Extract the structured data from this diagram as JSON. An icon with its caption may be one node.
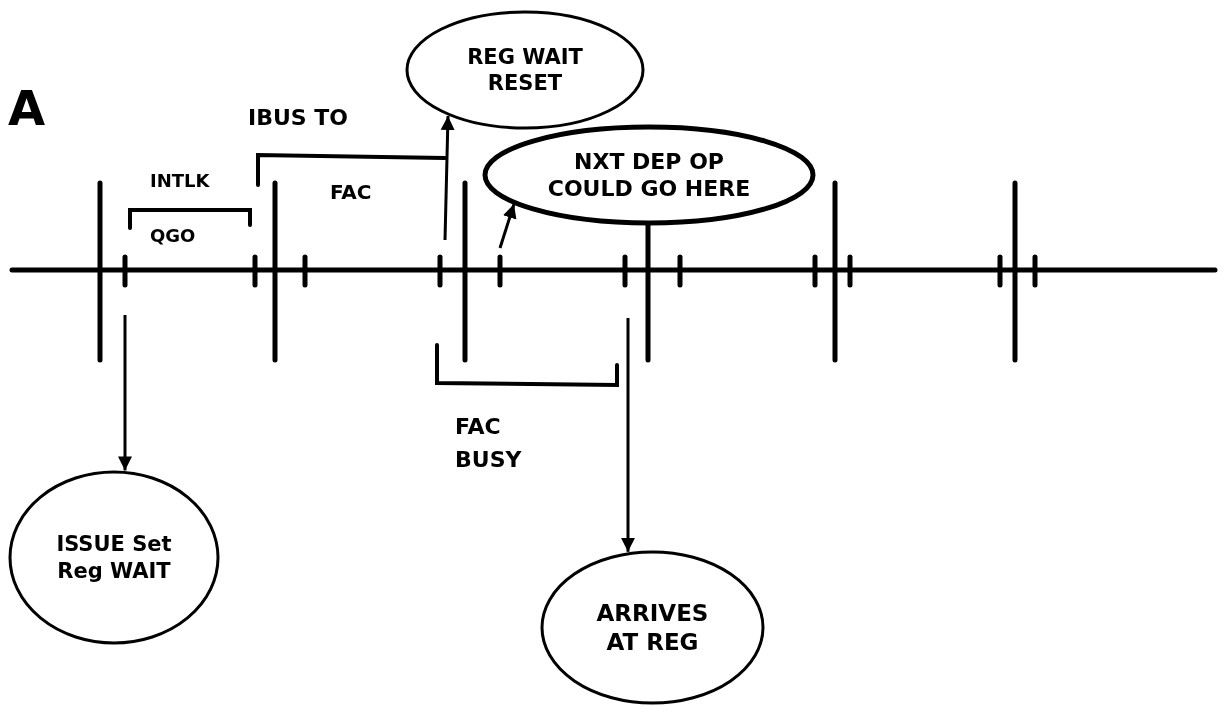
{
  "diagram": {
    "nodes": [
      {
        "text": [
          "ISSUE Set Reg WAIT"
        ]
      },
      {
        "text": [
          "REG WAIT RESET"
        ]
      },
      {
        "text": [
          "NXT DEP OP COULD GO HERE"
        ]
      },
      {
        "text": [
          "ARRIVES AT REG"
        ]
      }
    ],
    "edges": [
      {
        "from": null,
        "to": 0,
        "arrow": "to"
      },
      {
        "from": null,
        "to": 1,
        "arrow": "to"
      },
      {
        "from": null,
        "to": 2,
        "arrow": "to"
      },
      {
        "from": null,
        "to": 3,
        "arrow": "to"
      }
    ],
    "labels": [
      "A",
      "IBUS TO",
      "INTLK",
      "FAC",
      "QGO",
      "FAC BUSY"
    ]
  }
}
